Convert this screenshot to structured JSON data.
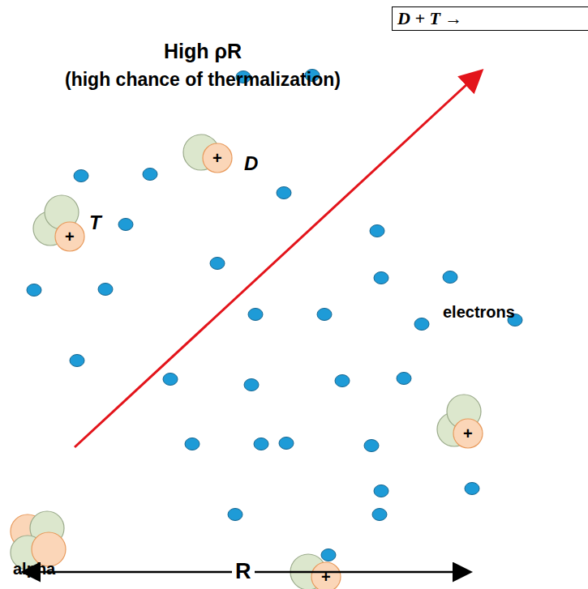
{
  "diagram": {
    "title": "High ρR",
    "nodes": [
      {
        "text": [
          "D + T →"
        ]
      }
    ],
    "labels": [
      "(high chance of thermalization)",
      "T",
      "D",
      "+",
      "+",
      "+",
      "+",
      "electrons",
      "alpha",
      "R"
    ]
  }
}
